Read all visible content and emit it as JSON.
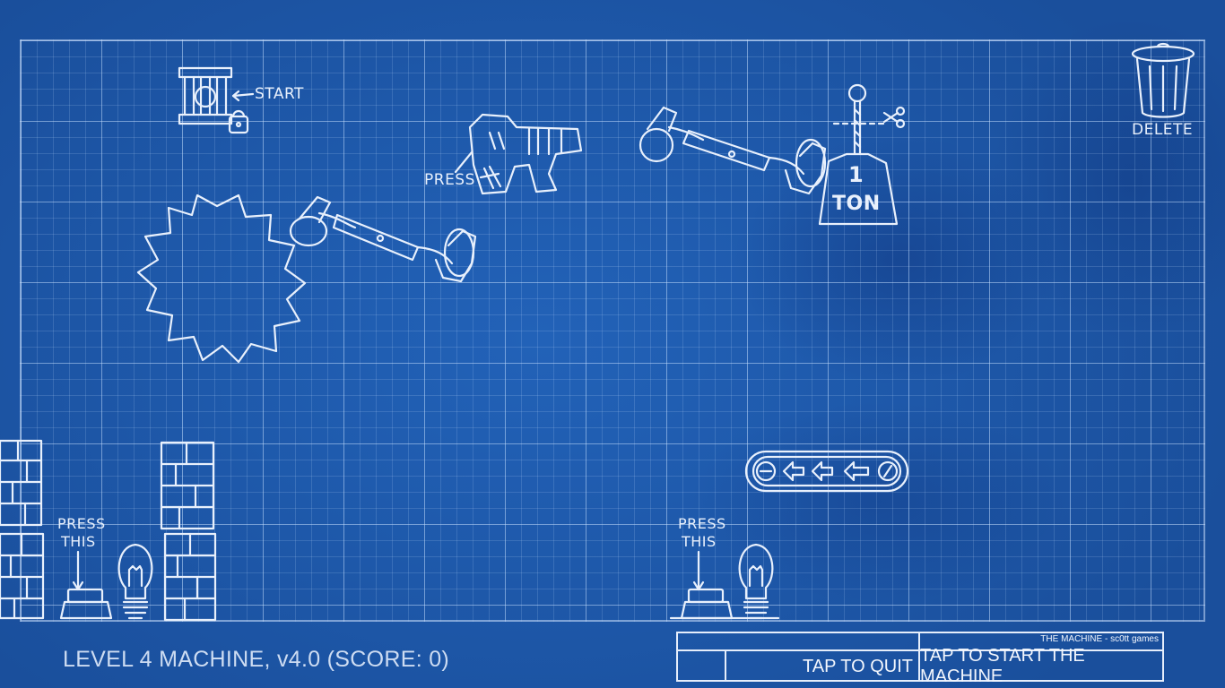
{
  "labels": {
    "start": "START",
    "press_gun": "PRESS",
    "delete": "DELETE",
    "weight_number": "1",
    "weight_unit": "TON",
    "press_this_left_1": "PRESS",
    "press_this_left_2": "THIS",
    "press_this_right_1": "PRESS",
    "press_this_right_2": "THIS"
  },
  "status_bar": {
    "level_text": "LEVEL 4 MACHINE, v4.0 (SCORE: 0)"
  },
  "title_block": {
    "credit": "THE MACHINE - sc0tt games",
    "quit_label": "TAP TO QUIT",
    "start_label": "TAP TO START THE MACHINE"
  },
  "icons": [
    "cage-icon",
    "lock-icon",
    "gun-icon",
    "gear-icon",
    "trash-icon",
    "weight-icon",
    "scissors-icon",
    "lever-icon",
    "conveyor-icon",
    "button-icon",
    "lightbulb-icon",
    "brick-wall-icon"
  ],
  "colors": {
    "background": "#1c58a8",
    "sketch": "#e8f0fc"
  }
}
